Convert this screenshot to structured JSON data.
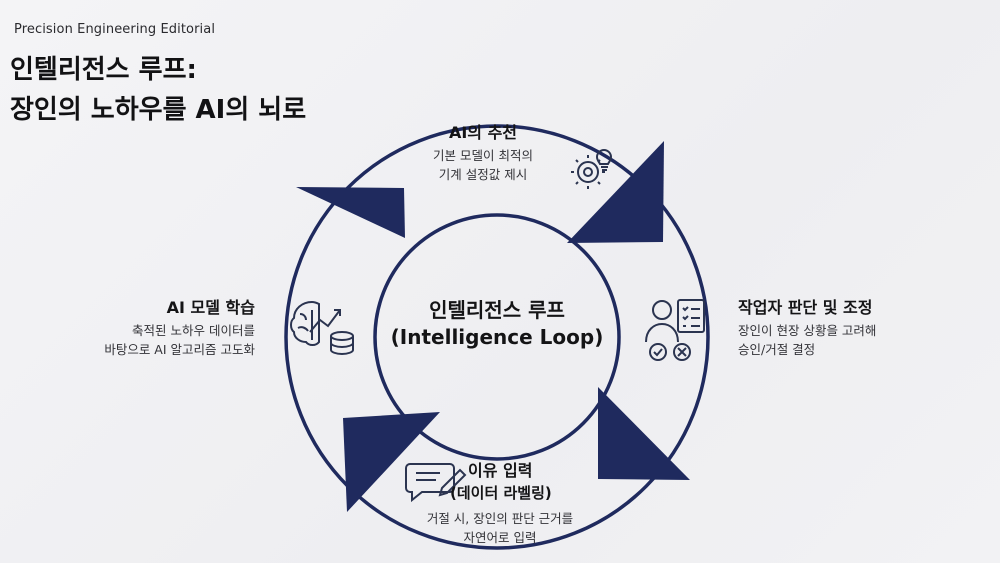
{
  "brand": "Precision Engineering Editorial",
  "title": {
    "line1": "인텔리전스 루프:",
    "line2": "장인의 노하우를 AI의 뇌로"
  },
  "center": {
    "line1": "인텔리전스 루프",
    "line2": "(Intelligence Loop)"
  },
  "steps": {
    "top": {
      "title": "AI의 추천",
      "desc1": "기본 모델이 최적의",
      "desc2": "기계 설정값 제시",
      "icon": "gear-lightbulb-icon"
    },
    "right": {
      "title": "작업자 판단 및 조정",
      "desc1": "장인이 현장 상황을 고려해",
      "desc2": "승인/거절 결정",
      "icon": "worker-checklist-icon"
    },
    "bottom": {
      "title1": "이유 입력",
      "title2": "(데이터 라벨링)",
      "desc1": "거절 시, 장인의 판단 근거를",
      "desc2": "자연어로 입력",
      "icon": "chat-pencil-icon"
    },
    "left": {
      "title": "AI 모델 학습",
      "desc1": "축적된 노하우 데이터를",
      "desc2": "바탕으로 AI 알고리즘 고도화",
      "icon": "brain-database-icon"
    }
  },
  "colors": {
    "ring": "#1f2a5e",
    "arrow": "#1f2a5e",
    "icon": "#2b3450",
    "background": "#f1f1f3"
  }
}
